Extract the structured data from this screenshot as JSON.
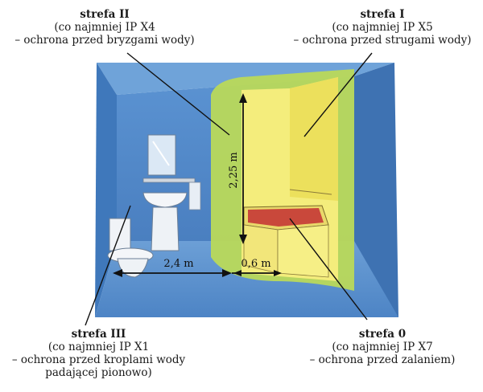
{
  "zones": {
    "zone2": {
      "title": "strefa II",
      "line1": "(co najmniej IP X4",
      "line2": "– ochrona przed bryzgami wody)"
    },
    "zone1": {
      "title": "strefa I",
      "line1": "(co najmniej IP X5",
      "line2": "– ochrona przed strugami wody)"
    },
    "zone3": {
      "title": "strefa III",
      "line1": "(co najmniej IP X1",
      "line2": "– ochrona przed kroplami wody",
      "line3": "padającej pionowo)"
    },
    "zone0": {
      "title": "strefa 0",
      "line1": "(co najmniej IP X7",
      "line2": "– ochrona przed zalaniem)"
    }
  },
  "dimensions": {
    "height": "2,25 m",
    "width_room": "2,4 m",
    "width_zone": "0,6 m"
  },
  "colors": {
    "wall_blue": "#4f86c6",
    "zone_green": "#b8d85a",
    "zone_yellow": "#f3ec7a",
    "water_red": "#c6473a"
  }
}
